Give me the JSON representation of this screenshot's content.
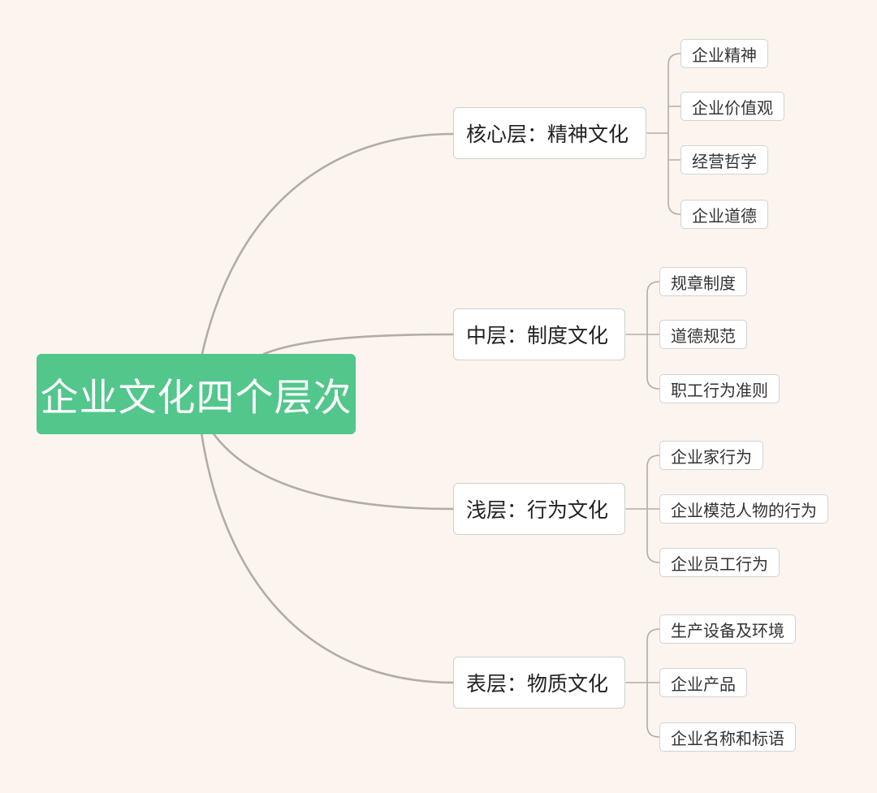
{
  "root": {
    "label": "企业文化四个层次"
  },
  "branches": [
    {
      "label": "核心层：精神文化",
      "children": [
        "企业精神",
        "企业价值观",
        "经营哲学",
        "企业道德"
      ]
    },
    {
      "label": "中层：制度文化",
      "children": [
        "规章制度",
        "道德规范",
        "职工行为准则"
      ]
    },
    {
      "label": "浅层：行为文化",
      "children": [
        "企业家行为",
        "企业模范人物的行为",
        "企业员工行为"
      ]
    },
    {
      "label": "表层：物质文化",
      "children": [
        "生产设备及环境",
        "企业产品",
        "企业名称和标语"
      ]
    }
  ],
  "colors": {
    "background": "#fcf5ef",
    "root": "#52c68b",
    "line": "#b3aca6"
  }
}
